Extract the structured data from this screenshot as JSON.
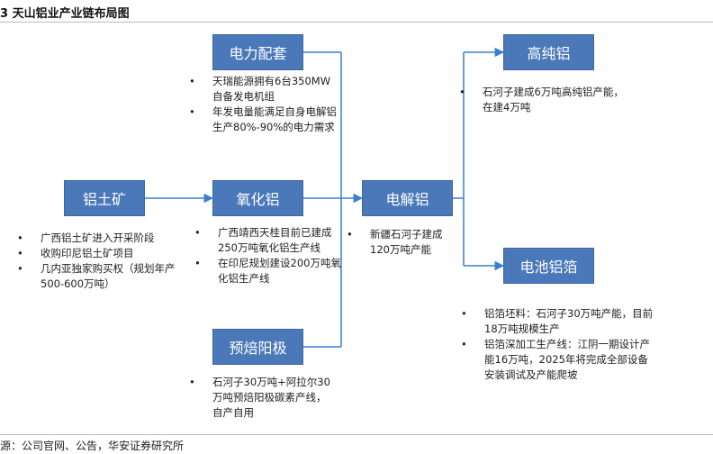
{
  "title": "3 天山铝业产业链布局图",
  "source": "源：公司官网、公告，华安证券研究所",
  "colors": {
    "box_fill": "#4a78b8",
    "line": "#3a7fd0"
  },
  "nodes": {
    "power": "电力配套",
    "bauxite": "铝土矿",
    "alumina": "氧化铝",
    "anode": "预焙阳极",
    "electrolytic": "电解铝",
    "high_purity": "高纯铝",
    "battery_foil": "电池铝箔"
  },
  "notes": {
    "power": [
      "天瑞能源拥有6台350MW自备发电机组",
      "年发电量能满足自身电解铝生产80%-90%的电力需求"
    ],
    "bauxite": [
      "广西铝土矿进入开采阶段",
      "收购印尼铝土矿项目",
      "几内亚独家购买权（规划年产500-600万吨）"
    ],
    "alumina": [
      "广西靖西天桂目前已建成250万吨氧化铝生产线",
      "在印尼规划建设200万吨氧化铝生产线"
    ],
    "anode": [
      "石河子30万吨+阿拉尔30万吨预焙阳极碳素产线，自产自用"
    ],
    "electrolytic": [
      "新疆石河子建成120万吨产能"
    ],
    "high_purity": [
      "石河子建成6万吨高纯铝产能，在建4万吨"
    ],
    "battery_foil": [
      "铝箔坯料：石河子30万吨产能，目前18万吨规模生产",
      "铝箔深加工生产线：江阴一期设计产能16万吨，2025年将完成全部设备安装调试及产能爬坡"
    ]
  }
}
